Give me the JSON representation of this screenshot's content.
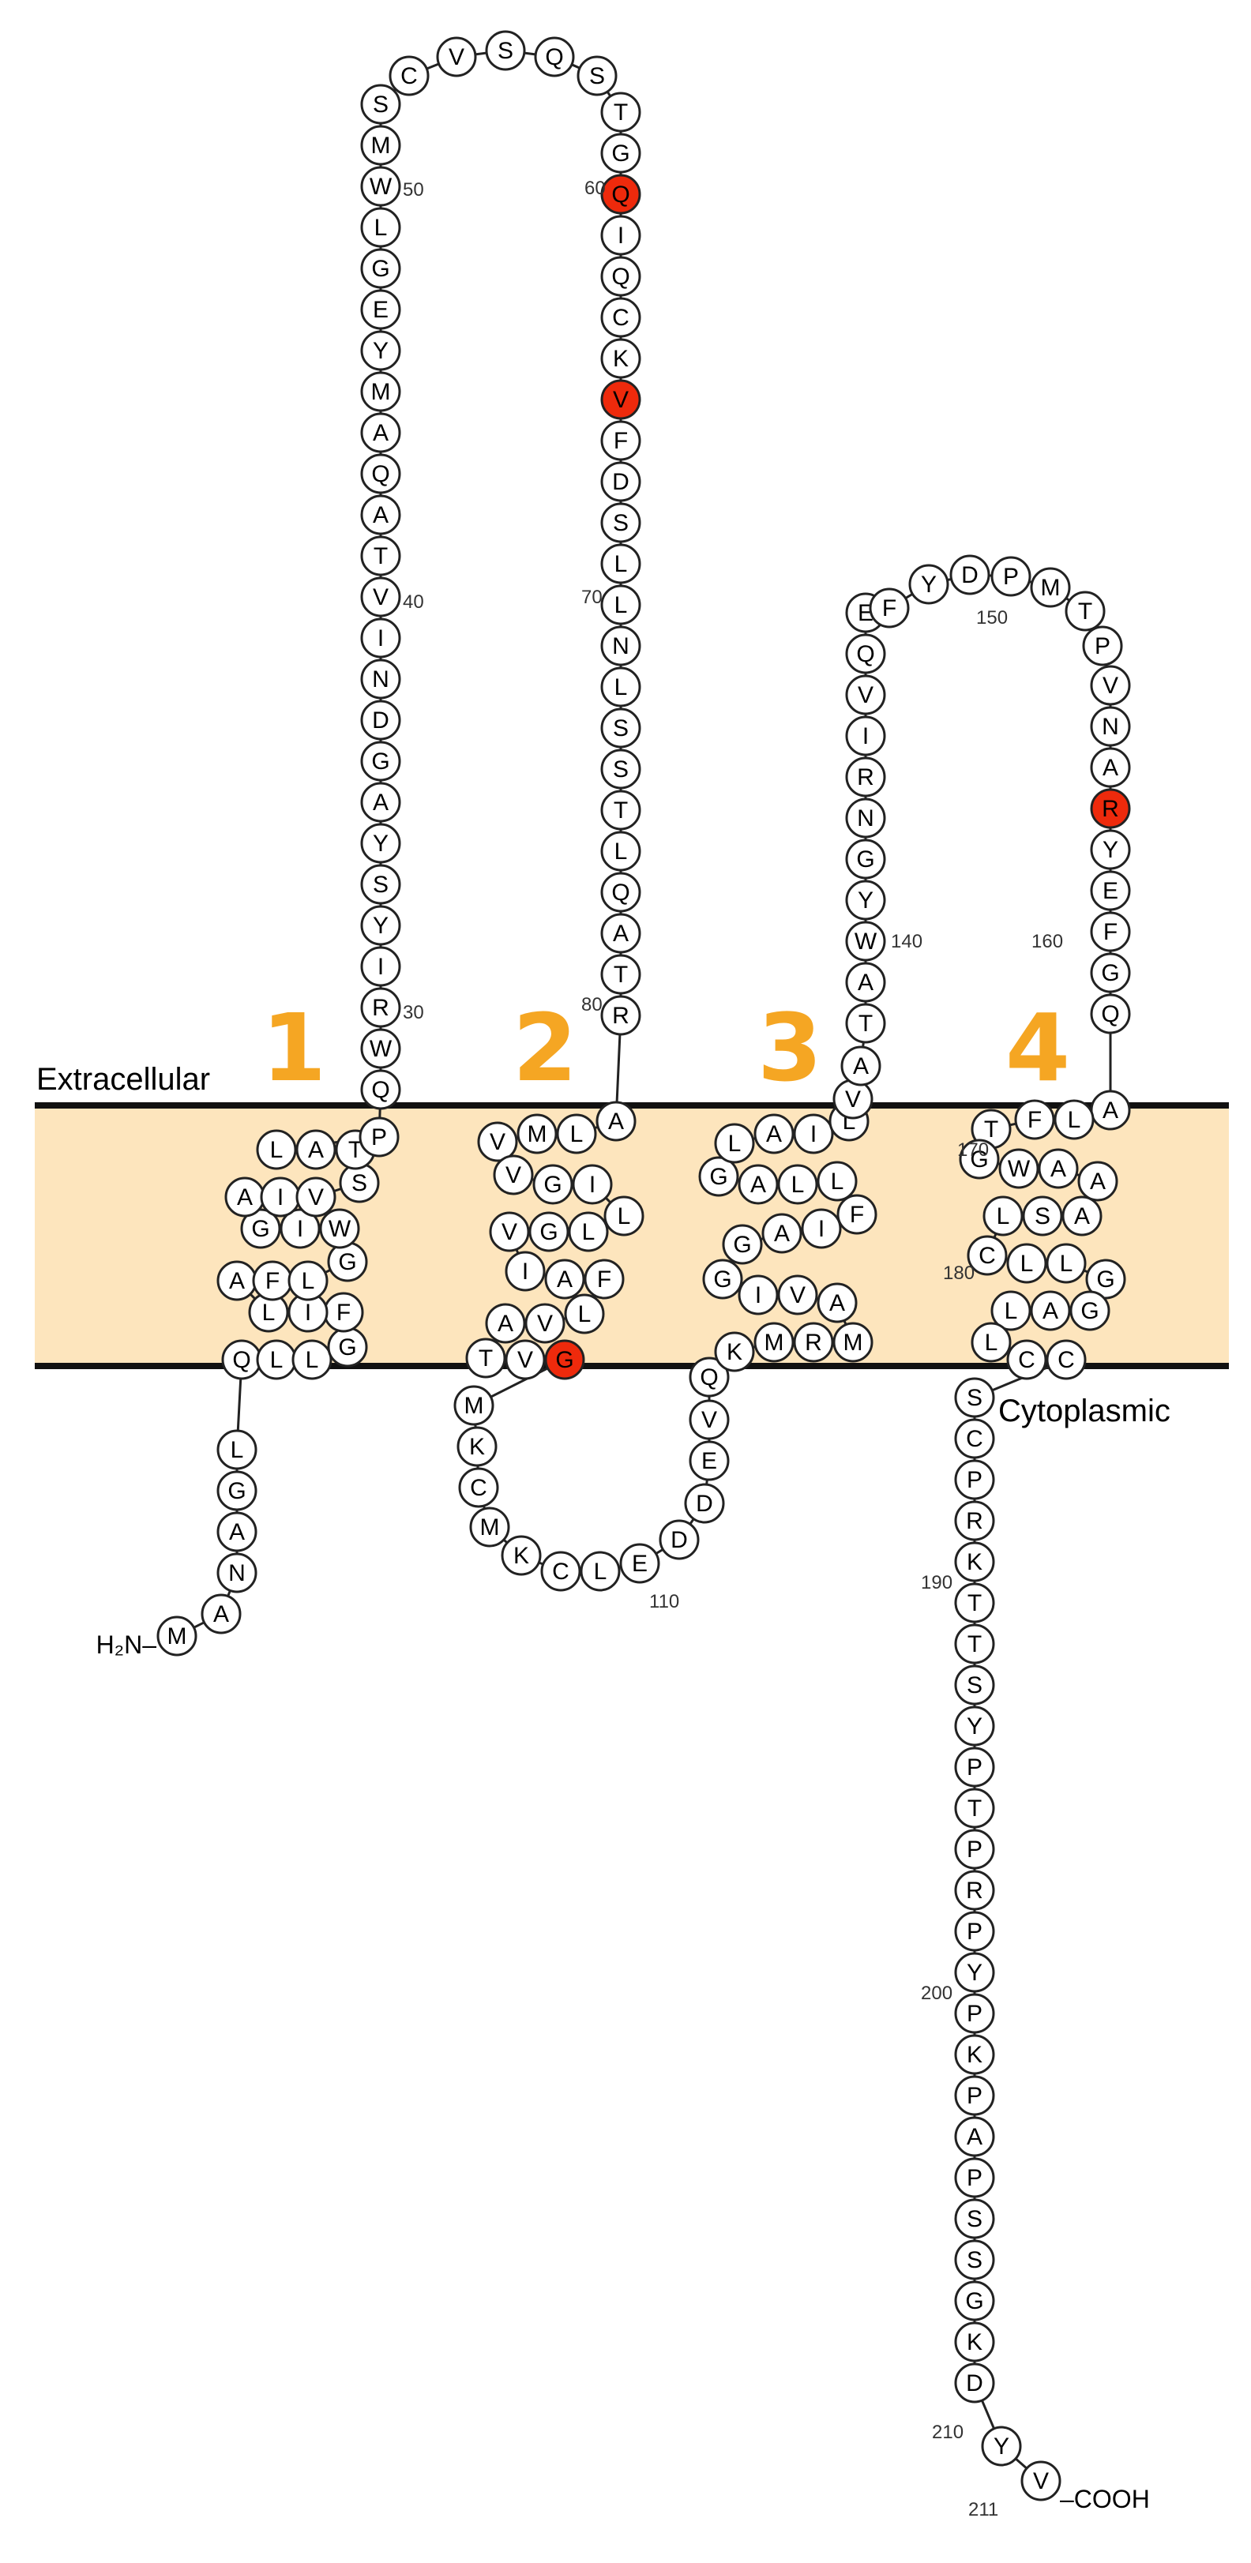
{
  "labels": {
    "extracellular": "Extracellular",
    "cytoplasmic": "Cytoplasmic",
    "n_terminus": "H₂N–",
    "c_terminus": "–COOH"
  },
  "helices": [
    "1",
    "2",
    "3",
    "4"
  ],
  "colors": {
    "membrane_fill": "#fde5bd",
    "membrane_border": "#111111",
    "helix_number": "#f5a623",
    "highlight_residue": "#ee2a0c",
    "normal_residue": "#ffffff"
  },
  "sequence": "MANAGLQLLGFILAFLGWIGAIVSTALPQWRIYSYAGDNIVTAQAMYEGLWMSCVSQSTGQIQCKVFDSLLNLSSTLQATRALMVVGILLGVIAFLVATVGMKCMKCLEDDEVQKMRMAVIGGAIFLLAGLAILVATAWYGNRIVQEFYDPMTPVNARYEFGQALFTGWAAASLCLLGGALLCCSCPRKTTSYPTPRPYPKPAPSSGKDYV",
  "highlighted_positions": [
    61,
    66,
    101,
    158
  ],
  "position_labels": [
    "30",
    "40",
    "50",
    "60",
    "70",
    "80",
    "110",
    "140",
    "150",
    "160",
    "170",
    "180",
    "190",
    "200",
    "210",
    "211"
  ]
}
